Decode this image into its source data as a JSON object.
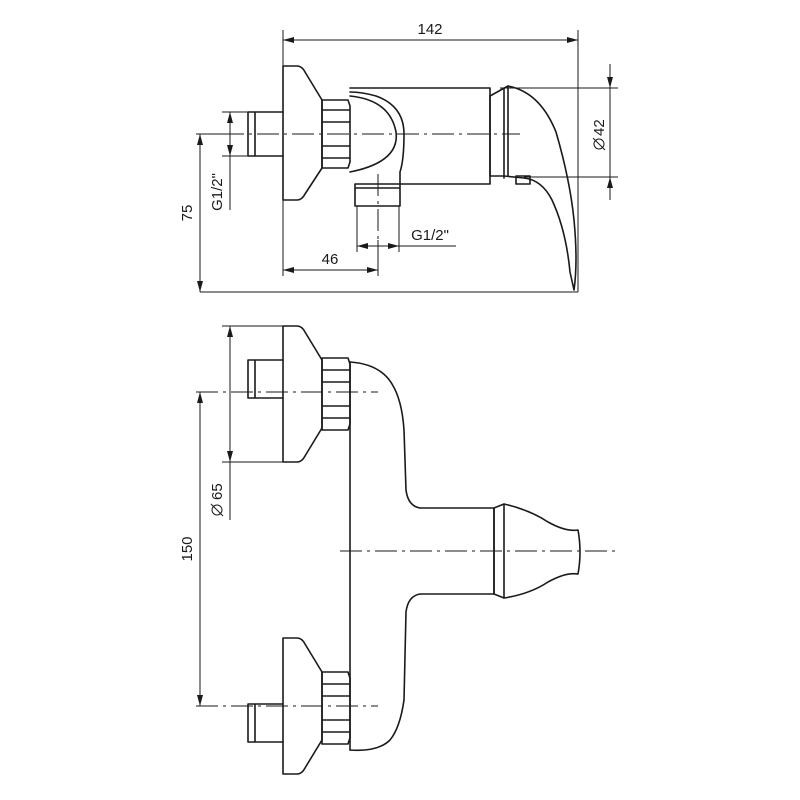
{
  "dimensions": {
    "overall_length": "142",
    "handle_diameter": "42",
    "inlet_thread": "G1/2\"",
    "height": "75",
    "outlet_offset": "46",
    "outlet_thread": "G1/2\"",
    "flange_diameter": "65",
    "inlet_spacing": "150"
  }
}
